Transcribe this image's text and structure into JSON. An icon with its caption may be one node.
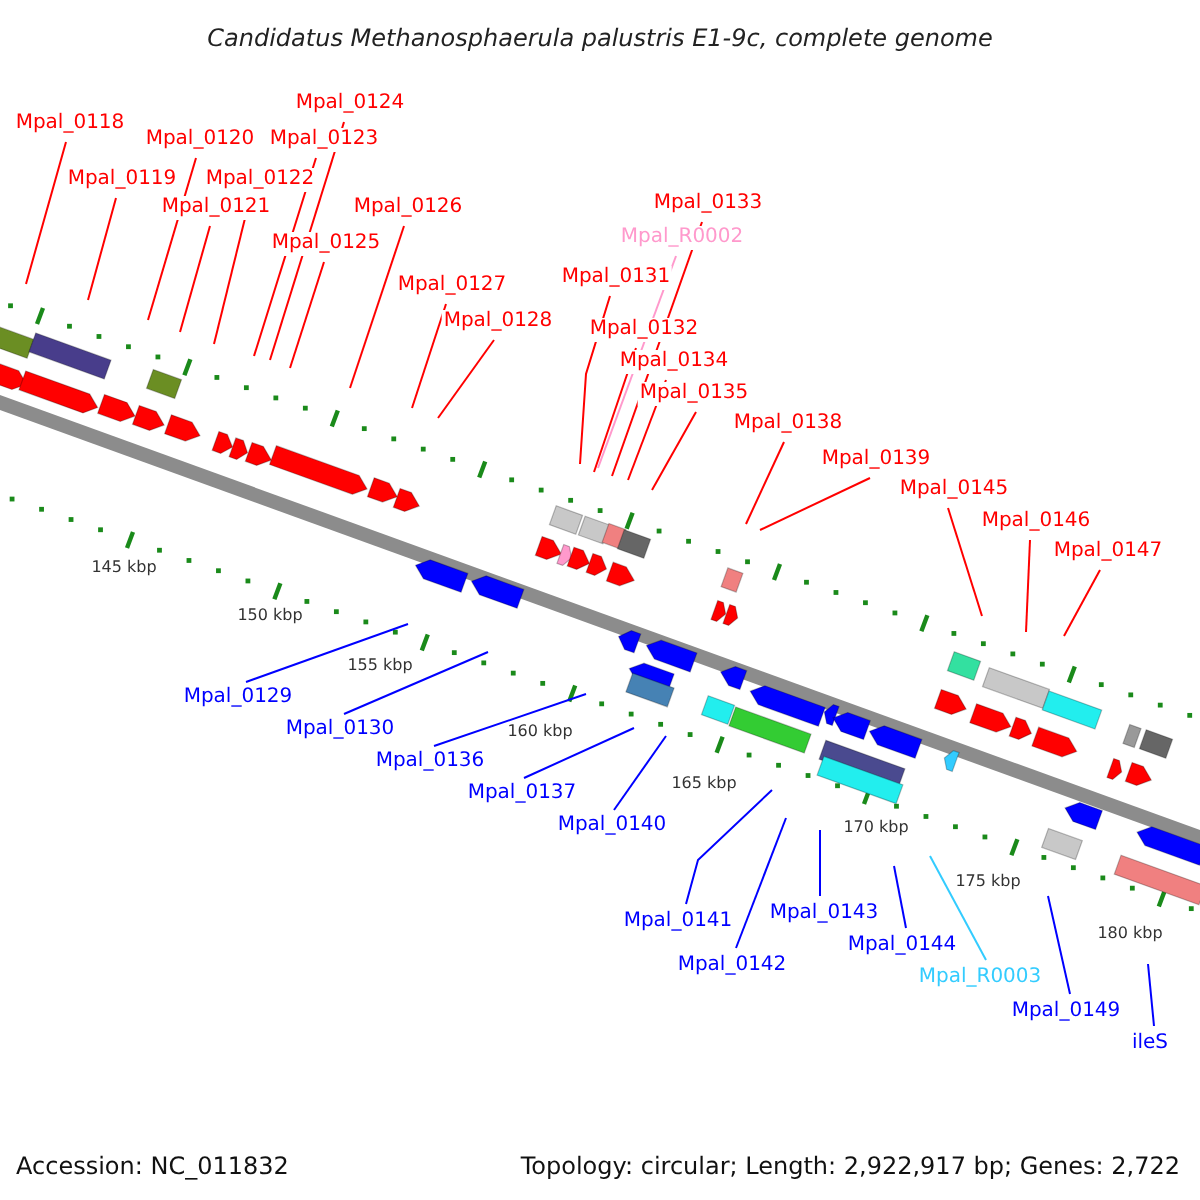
{
  "diagram": {
    "title": "Candidatus Methanosphaerula palustris E1-9c, complete genome",
    "nodes": [
      {
        "text": [
          "Mpal_0118"
        ]
      },
      {
        "text": [
          "Mpal_0119"
        ]
      },
      {
        "text": [
          "Mpal_0120"
        ]
      },
      {
        "text": [
          "Mpal_0121"
        ]
      },
      {
        "text": [
          "Mpal_0122"
        ]
      },
      {
        "text": [
          "Mpal_0123"
        ]
      },
      {
        "text": [
          "Mpal_0124"
        ]
      },
      {
        "text": [
          "Mpal_0125"
        ]
      },
      {
        "text": [
          "Mpal_0126"
        ]
      },
      {
        "text": [
          "Mpal_0127"
        ]
      },
      {
        "text": [
          "Mpal_0128"
        ]
      },
      {
        "text": [
          "Mpal_0131"
        ]
      },
      {
        "text": [
          "Mpal_R0002"
        ]
      },
      {
        "text": [
          "Mpal_0132"
        ]
      },
      {
        "text": [
          "Mpal_0133"
        ]
      },
      {
        "text": [
          "Mpal_0134"
        ]
      },
      {
        "text": [
          "Mpal_0135"
        ]
      },
      {
        "text": [
          "Mpal_0138"
        ]
      },
      {
        "text": [
          "Mpal_0139"
        ]
      },
      {
        "text": [
          "Mpal_0145"
        ]
      },
      {
        "text": [
          "Mpal_0146"
        ]
      },
      {
        "text": [
          "Mpal_0147"
        ]
      },
      {
        "text": [
          "Mpal_0129"
        ]
      },
      {
        "text": [
          "Mpal_0130"
        ]
      },
      {
        "text": [
          "Mpal_0136"
        ]
      },
      {
        "text": [
          "Mpal_0137"
        ]
      },
      {
        "text": [
          "Mpal_0140"
        ]
      },
      {
        "text": [
          "Mpal_0141"
        ]
      },
      {
        "text": [
          "Mpal_0142"
        ]
      },
      {
        "text": [
          "Mpal_0143"
        ]
      },
      {
        "text": [
          "Mpal_0144"
        ]
      },
      {
        "text": [
          "Mpal_R0003"
        ]
      },
      {
        "text": [
          "Mpal_0149"
        ]
      },
      {
        "text": [
          "ileS"
        ]
      }
    ],
    "edges": [
      {
        "from": 0,
        "to": null,
        "arrow": "none"
      },
      {
        "from": 1,
        "to": null,
        "arrow": "none"
      },
      {
        "from": 2,
        "to": null,
        "arrow": "none"
      },
      {
        "from": 3,
        "to": null,
        "arrow": "none"
      },
      {
        "from": 4,
        "to": null,
        "arrow": "none"
      },
      {
        "from": 5,
        "to": null,
        "arrow": "none"
      },
      {
        "from": 6,
        "to": null,
        "arrow": "none"
      },
      {
        "from": 7,
        "to": null,
        "arrow": "none"
      },
      {
        "from": 8,
        "to": null,
        "arrow": "none"
      },
      {
        "from": 9,
        "to": null,
        "arrow": "none"
      },
      {
        "from": 10,
        "to": null,
        "arrow": "none"
      },
      {
        "from": 11,
        "to": null,
        "arrow": "none"
      },
      {
        "from": 12,
        "to": null,
        "arrow": "none",
        "color": "#ff99cc"
      },
      {
        "from": 13,
        "to": null,
        "arrow": "none"
      },
      {
        "from": 14,
        "to": null,
        "arrow": "none"
      },
      {
        "from": 15,
        "to": null,
        "arrow": "none"
      },
      {
        "from": 16,
        "to": null,
        "arrow": "none"
      },
      {
        "from": 17,
        "to": null,
        "arrow": "none"
      },
      {
        "from": 18,
        "to": null,
        "arrow": "none"
      },
      {
        "from": 19,
        "to": null,
        "arrow": "none"
      },
      {
        "from": 20,
        "to": null,
        "arrow": "none"
      },
      {
        "from": 21,
        "to": null,
        "arrow": "none"
      },
      {
        "from": 22,
        "to": null,
        "arrow": "none",
        "color": "#0000ff"
      },
      {
        "from": 23,
        "to": null,
        "arrow": "none",
        "color": "#0000ff"
      },
      {
        "from": 24,
        "to": null,
        "arrow": "none",
        "color": "#0000ff"
      },
      {
        "from": 25,
        "to": null,
        "arrow": "none",
        "color": "#0000ff"
      },
      {
        "from": 26,
        "to": null,
        "arrow": "none",
        "color": "#0000ff"
      },
      {
        "from": 27,
        "to": null,
        "arrow": "none",
        "color": "#0000ff"
      },
      {
        "from": 28,
        "to": null,
        "arrow": "none",
        "color": "#0000ff"
      },
      {
        "from": 29,
        "to": null,
        "arrow": "none",
        "color": "#0000ff"
      },
      {
        "from": 30,
        "to": null,
        "arrow": "none",
        "color": "#0000ff"
      },
      {
        "from": 31,
        "to": null,
        "arrow": "none",
        "color": "#33ccff"
      },
      {
        "from": 32,
        "to": null,
        "arrow": "none",
        "color": "#0000ff"
      },
      {
        "from": 33,
        "to": null,
        "arrow": "none",
        "color": "#0000ff"
      }
    ],
    "labels": [
      "145 kbp",
      "150 kbp",
      "155 kbp",
      "160 kbp",
      "165 kbp",
      "170 kbp",
      "175 kbp",
      "180 kbp",
      "Accession: NC_011832",
      "Topology: circular; Length: 2,922,917 bp; Genes: 2,722"
    ]
  }
}
